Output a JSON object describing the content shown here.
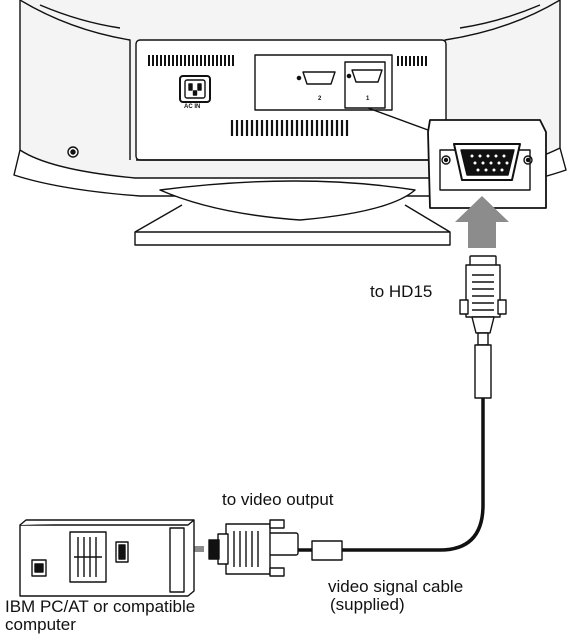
{
  "labels": {
    "hd15": "to HD15",
    "video_output": "to video output",
    "cable_line1": "video signal cable",
    "cable_line2": "(supplied)",
    "computer_line1": "IBM PC/AT or compatible",
    "computer_line2": "computer"
  },
  "monitor_labels": {
    "ac_in": "AC IN",
    "port_2": "2",
    "port_1": "1"
  }
}
